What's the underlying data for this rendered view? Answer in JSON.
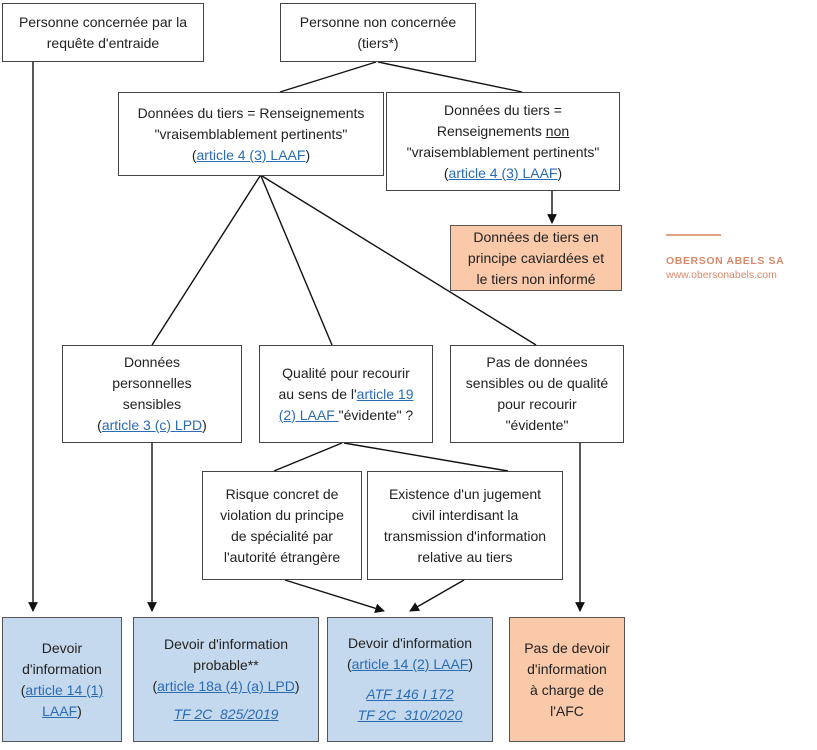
{
  "nodes": {
    "personne_concernee": [
      "Personne concernée par la",
      "requête d'entraide"
    ],
    "personne_non_concernee": [
      "Personne non concernée",
      "(tiers*)"
    ],
    "donnees_pertinents": {
      "lines": [
        "Données du tiers = Renseignements",
        "\"vraisemblablement pertinents\""
      ],
      "link": "article 4 (3) LAAF"
    },
    "donnees_non_pertinents": {
      "line1": "Données du tiers =",
      "line2_pre": "Renseignements ",
      "line2_u": "non",
      "line3": "\"vraisemblablement pertinents\"",
      "link": "article 4 (3) LAAF"
    },
    "donnees_caviardees": [
      "Données de tiers en",
      "principe caviardées et",
      "le tiers non informé"
    ],
    "donnees_sensibles": {
      "lines": [
        "Données",
        "personnelles",
        "sensibles"
      ],
      "link": "article 3 (c) LPD"
    },
    "qualite_recourir": {
      "line1": "Qualité pour recourir",
      "line2_pre": "au sens de l'",
      "link_a": "article 19",
      "link_b": "(2) LAAF ",
      "line3_post": "\"évidente\" ?"
    },
    "pas_de_donnees": [
      "Pas de données",
      "sensibles ou de qualité",
      "pour recourir",
      "\"évidente\""
    ],
    "risque_concret": [
      "Risque concret de",
      "violation du principe",
      "de spécialité par",
      "l'autorité étrangère"
    ],
    "jugement_civil": [
      "Existence d'un jugement",
      "civil interdisant la",
      "transmission d'information",
      "relative au tiers"
    ],
    "devoir_1": {
      "lines": [
        "Devoir",
        "d'information"
      ],
      "link_a": "article 14 (1)",
      "link_b": "LAAF"
    },
    "devoir_probable": {
      "lines": [
        "Devoir d'information",
        "probable**"
      ],
      "link": "article 18a (4) (a) LPD",
      "ref": "TF 2C_825/2019"
    },
    "devoir_2": {
      "line": "Devoir d'information",
      "link": "article 14 (2) LAAF",
      "refs": [
        "ATF 146 I 172",
        "TF 2C_310/2020"
      ]
    },
    "pas_de_devoir": [
      "Pas de devoir",
      "d'information",
      "à charge de",
      "l'AFC"
    ]
  },
  "brand": {
    "name": "OBERSON ABELS SA",
    "site": "www.obersonabels.com",
    "accent": "#d9896a"
  },
  "colors": {
    "blue": "#c5d9ee",
    "orange": "#f9c9a9",
    "link": "#2a6bb2",
    "border": "#444444"
  }
}
